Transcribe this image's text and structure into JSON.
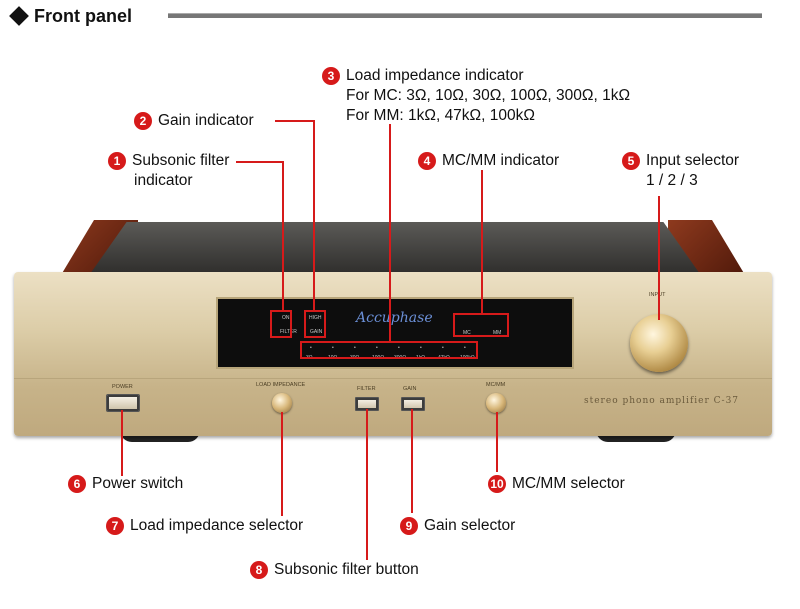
{
  "header": {
    "title": "Front panel"
  },
  "device": {
    "brand": "Accuphase",
    "model_label": "stereo phono amplifier C-37",
    "display": {
      "filter_on": "ON",
      "filter_label": "FILTER",
      "gain_high": "HIGH",
      "gain_label": "GAIN",
      "mc_label": "MC",
      "mm_label": "MM",
      "impedance_values": [
        "3Ω",
        "10Ω",
        "30Ω",
        "100Ω",
        "300Ω",
        "1kΩ",
        "47kΩ",
        "100kΩ"
      ]
    },
    "panel_labels": {
      "power": "POWER",
      "load_impedance": "LOAD IMPEDANCE",
      "filter": "FILTER",
      "gain": "GAIN",
      "mcmm": "MC/MM",
      "input": "INPUT"
    }
  },
  "callouts": {
    "c1": {
      "num": "1",
      "lines": [
        "Subsonic filter",
        "indicator"
      ]
    },
    "c2": {
      "num": "2",
      "text": "Gain indicator"
    },
    "c3": {
      "num": "3",
      "lines": [
        "Load impedance indicator",
        "For MC: 3Ω, 10Ω, 30Ω, 100Ω, 300Ω, 1kΩ",
        "For MM: 1kΩ, 47kΩ, 100kΩ"
      ]
    },
    "c4": {
      "num": "4",
      "text": "MC/MM indicator"
    },
    "c5": {
      "num": "5",
      "lines": [
        "Input selector",
        "1 / 2 / 3"
      ]
    },
    "c6": {
      "num": "6",
      "text": "Power switch"
    },
    "c7": {
      "num": "7",
      "text": "Load impedance selector"
    },
    "c8": {
      "num": "8",
      "text": "Subsonic filter button"
    },
    "c9": {
      "num": "9",
      "text": "Gain selector"
    },
    "c10": {
      "num": "10",
      "text": "MC/MM selector"
    }
  },
  "colors": {
    "callout_red": "#d61a1a",
    "panel_gold": "#dccda8"
  }
}
